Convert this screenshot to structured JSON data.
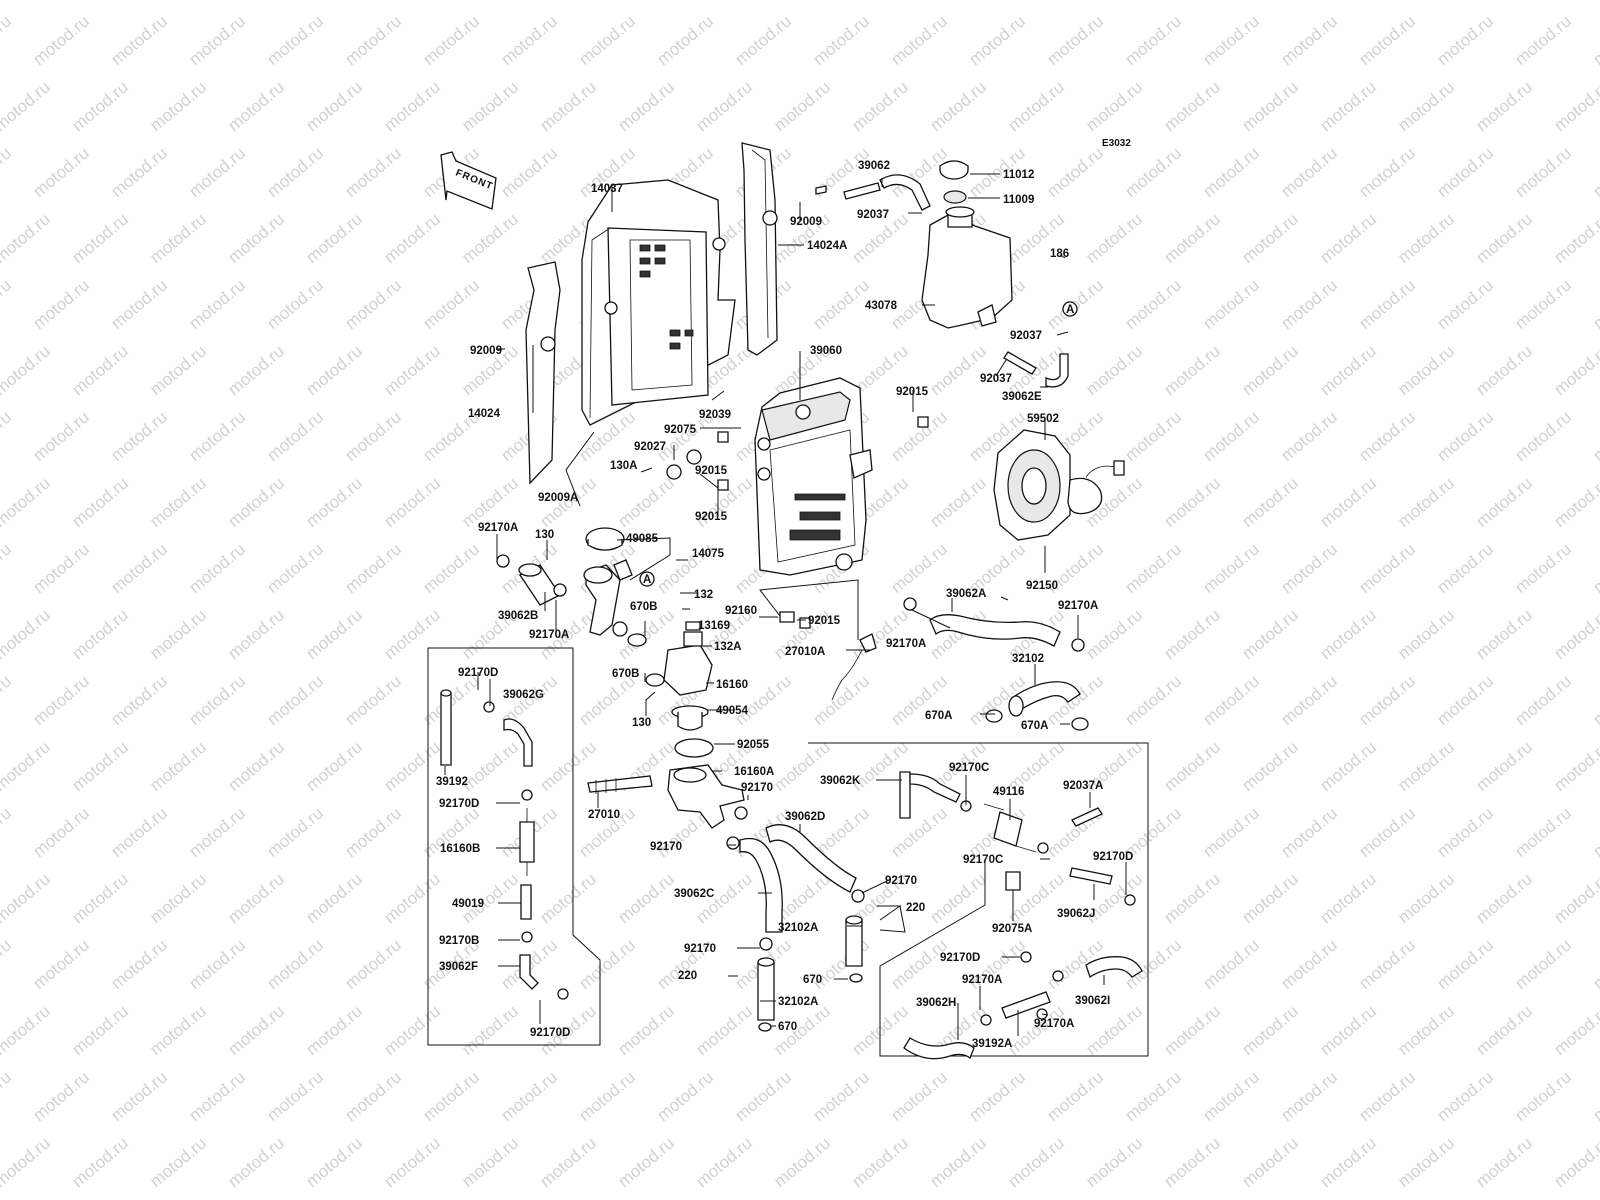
{
  "watermark_text": "motod.ru",
  "diagram_code": "E3032",
  "front_arrow_label": "FRONT",
  "callouts": {
    "p11012": "11012",
    "p11009": "11009",
    "p39062": "39062",
    "p92037a": "92037",
    "p92009a": "92009",
    "p14037": "14037",
    "p14024A": "14024A",
    "p186": "186",
    "p43078": "43078",
    "pA1": "A",
    "p92037b": "92037",
    "p92037c": "92037",
    "p39062E": "39062E",
    "p92009b": "92009",
    "p14024": "14024",
    "p39060": "39060",
    "p92039": "92039",
    "p92015a": "92015",
    "p92075": "92075",
    "p92027": "92027",
    "p92015b": "92015",
    "p130A": "130A",
    "p92015c": "92015",
    "p92009A": "92009A",
    "p59502": "59502",
    "p92150": "92150",
    "p92170Aa": "92170A",
    "p130a": "130",
    "p49085": "49085",
    "p14075": "14075",
    "pA2": "A",
    "p132": "132",
    "p670Ba": "670B",
    "p13169": "13169",
    "p92160": "92160",
    "p92015d": "92015",
    "p39062B": "39062B",
    "p92170Ab": "92170A",
    "p132A": "132A",
    "p27010A": "27010A",
    "p670Bb": "670B",
    "p16160": "16160",
    "p49054": "49054",
    "p130b": "130",
    "p92055": "92055",
    "p39062A": "39062A",
    "p92170Ac": "92170A",
    "p92170Ad": "92170A",
    "p32102": "32102",
    "p670Aa": "670A",
    "p670Ab": "670A",
    "p92170Da": "92170D",
    "p39062G": "39062G",
    "p39192": "39192",
    "p92170Db": "92170D",
    "p16160B": "16160B",
    "p49019": "49019",
    "p92170B": "92170B",
    "p39062F": "39062F",
    "p92170Dc": "92170D",
    "p16160A": "16160A",
    "p27010": "27010",
    "p92170a": "92170",
    "p92170b": "92170",
    "p39062D": "39062D",
    "p39062C": "39062C",
    "p92170c": "92170",
    "p220a": "220",
    "p32102A": "32102A",
    "p92170d": "92170",
    "p220b": "220",
    "p670a": "670",
    "p32102Ab": "32102A",
    "p670b": "670",
    "p39062K": "39062K",
    "p92170Ca": "92170C",
    "p49116": "49116",
    "p92037A": "92037A",
    "p92170Cb": "92170C",
    "p92170Dd": "92170D",
    "p39062J": "39062J",
    "p92075A": "92075A",
    "p92170De": "92170D",
    "p92170Ae": "92170A",
    "p39062I": "39062I",
    "p39062H": "39062H",
    "p92170Af": "92170A",
    "p39192A": "39192A"
  }
}
